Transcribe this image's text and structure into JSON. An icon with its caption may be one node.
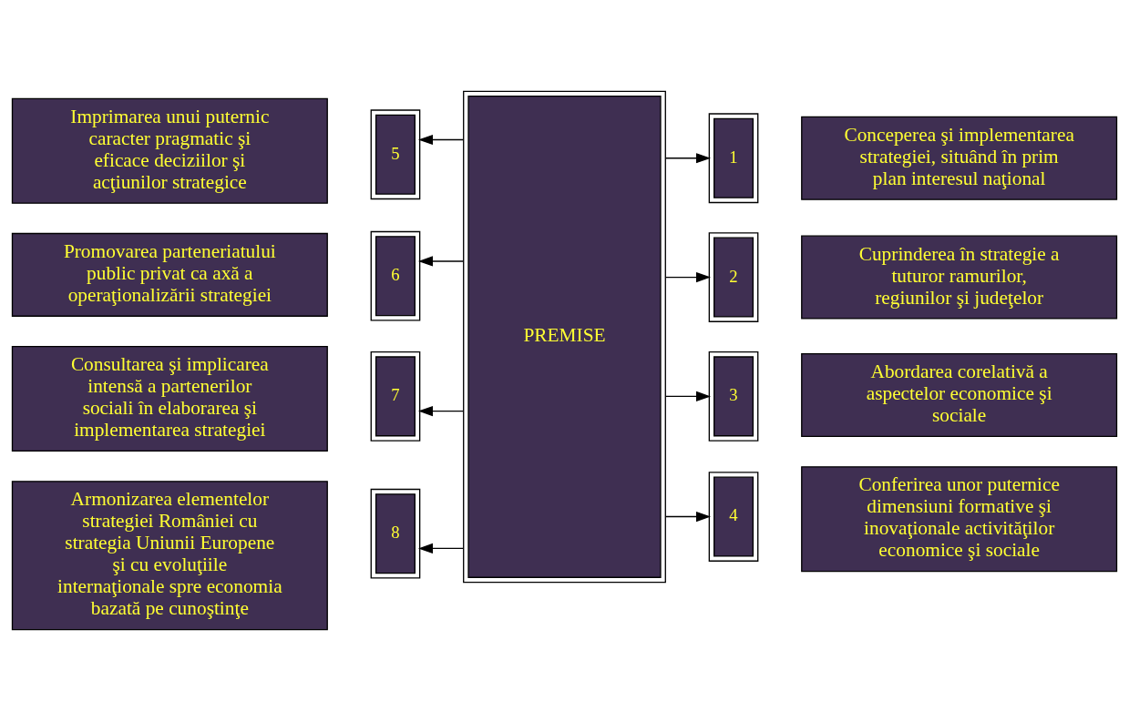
{
  "diagram": {
    "nodes": [
      {
        "text": [
          "Imprimarea unui puternic caracter pragmatic şi eficace deciziilor şi acţiunilor strategice"
        ]
      },
      {
        "text": [
          "5"
        ]
      },
      {
        "text": [
          "1"
        ]
      },
      {
        "text": [
          "Conceperea şi implementarea strategiei, situând în prim plan interesul naţional"
        ]
      },
      {
        "text": [
          "Promovarea parteneriatului public privat ca axă a operaţionalizării strategiei"
        ]
      },
      {
        "text": [
          "6"
        ]
      },
      {
        "text": [
          "PREMISE"
        ]
      },
      {
        "text": [
          "2"
        ]
      },
      {
        "text": [
          "Cuprinderea în strategie a tuturor ramurilor, regiunilor şi judeţelor"
        ]
      },
      {
        "text": [
          "Consultarea şi implicarea intensă a partenerilor sociali în elaborarea şi implementarea strategiei"
        ]
      },
      {
        "text": [
          "7"
        ]
      },
      {
        "text": [
          "3"
        ]
      },
      {
        "text": [
          "Abordarea corelativă a aspectelor economice şi sociale"
        ]
      },
      {
        "text": [
          "Armonizarea elementelor strategiei României cu strategia Uniunii Europene şi cu evoluţiile internaţionale spre economia bazată pe cunoştinţe"
        ]
      },
      {
        "text": [
          "8"
        ]
      },
      {
        "text": [
          "4"
        ]
      },
      {
        "text": [
          "Conferirea unor puternice dimensiuni formative şi inovaţionale activităţilor economice şi sociale"
        ]
      }
    ],
    "edges": [
      {
        "from": 6,
        "to": 2,
        "arrow": "to"
      },
      {
        "from": 6,
        "to": 1,
        "arrow": "to"
      },
      {
        "from": 6,
        "to": 7,
        "arrow": "to"
      },
      {
        "from": 6,
        "to": 5,
        "arrow": "to"
      },
      {
        "from": 6,
        "to": 11,
        "arrow": "to"
      },
      {
        "from": 6,
        "to": 10,
        "arrow": "to"
      },
      {
        "from": 6,
        "to": 15,
        "arrow": "to"
      },
      {
        "from": 6,
        "to": 14,
        "arrow": "to"
      }
    ]
  }
}
